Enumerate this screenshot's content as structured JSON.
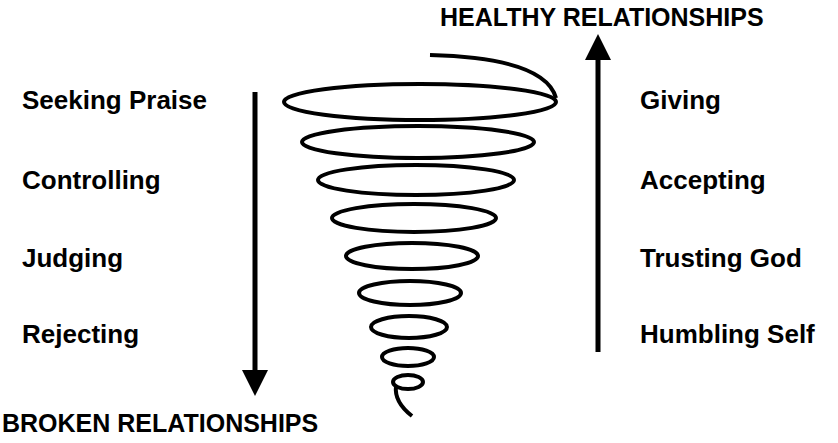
{
  "diagram": {
    "labels": [
      "HEALTHY RELATIONSHIPS",
      "Seeking Praise",
      "Giving",
      "Controlling",
      "Accepting",
      "Judging",
      "Trusting God",
      "Rejecting",
      "Humbling Self",
      "BROKEN RELATIONSHIPS"
    ]
  }
}
